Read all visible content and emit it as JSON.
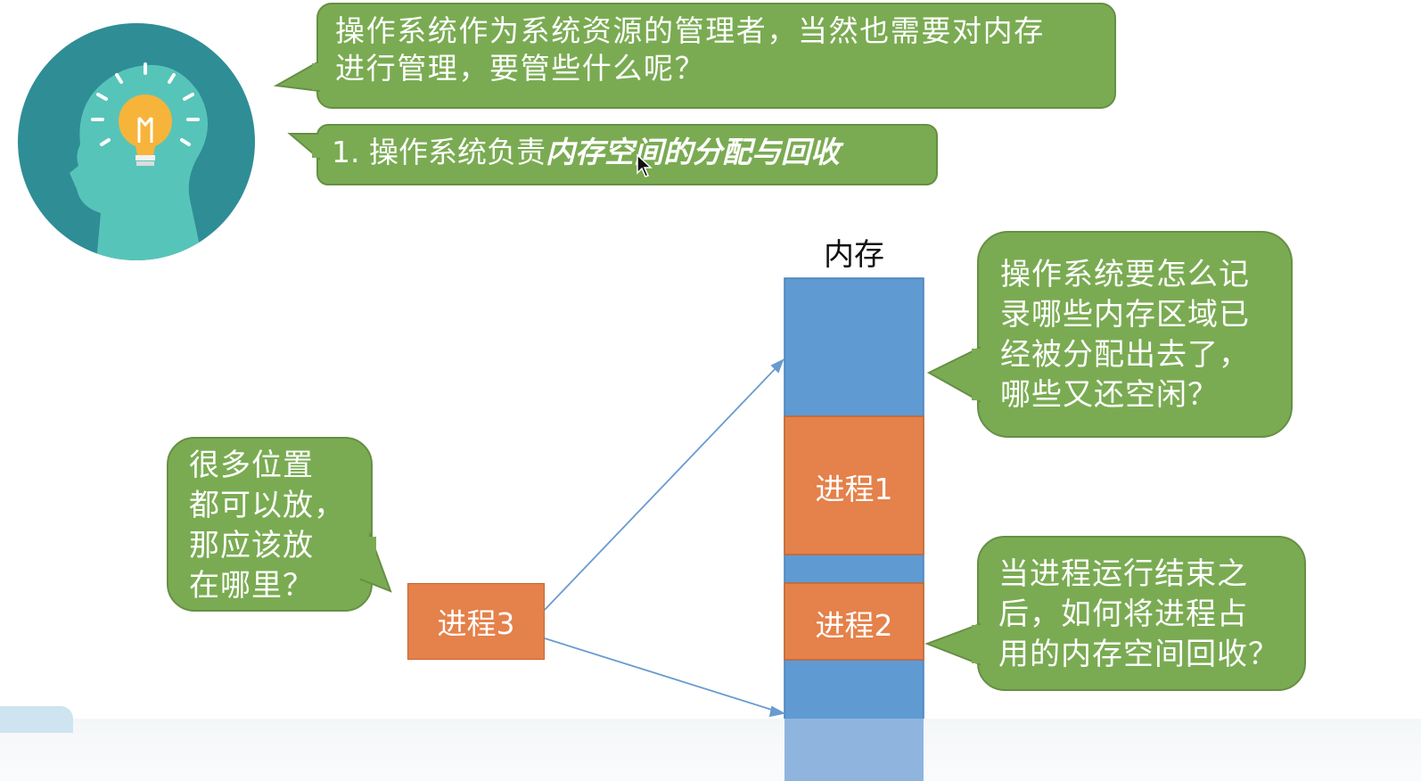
{
  "bubbles": {
    "top_question_line1": "操作系统作为系统资源的管理者，当然也需要对内存",
    "top_question_line2": "进行管理，要管些什么呢？",
    "point1_prefix": "1. 操作系统负责",
    "point1_emphasis": "内存空间的分配与回收",
    "left_lines": [
      "很多位置",
      "都可以放，",
      "那应该放",
      "在哪里？"
    ],
    "right_top_lines": [
      "操作系统要怎么记",
      "录哪些内存区域已",
      "经被分配出去了，",
      "哪些又还空闲？"
    ],
    "right_bottom_lines": [
      "当进程运行结束之",
      "后，如何将进程占",
      "用的内存空间回收？"
    ]
  },
  "memory": {
    "title": "内存",
    "process1": "进程1",
    "process2": "进程2",
    "process3": "进程3"
  },
  "colors": {
    "bubble_green": "#7aab52",
    "memory_blue": "#5f9ad3",
    "process_orange": "#e5814a",
    "head_teal": "#2f8d96",
    "bulb_yellow": "#f6b43b"
  },
  "icons": [
    "lightbulb-head-icon",
    "mouse-cursor-icon"
  ]
}
